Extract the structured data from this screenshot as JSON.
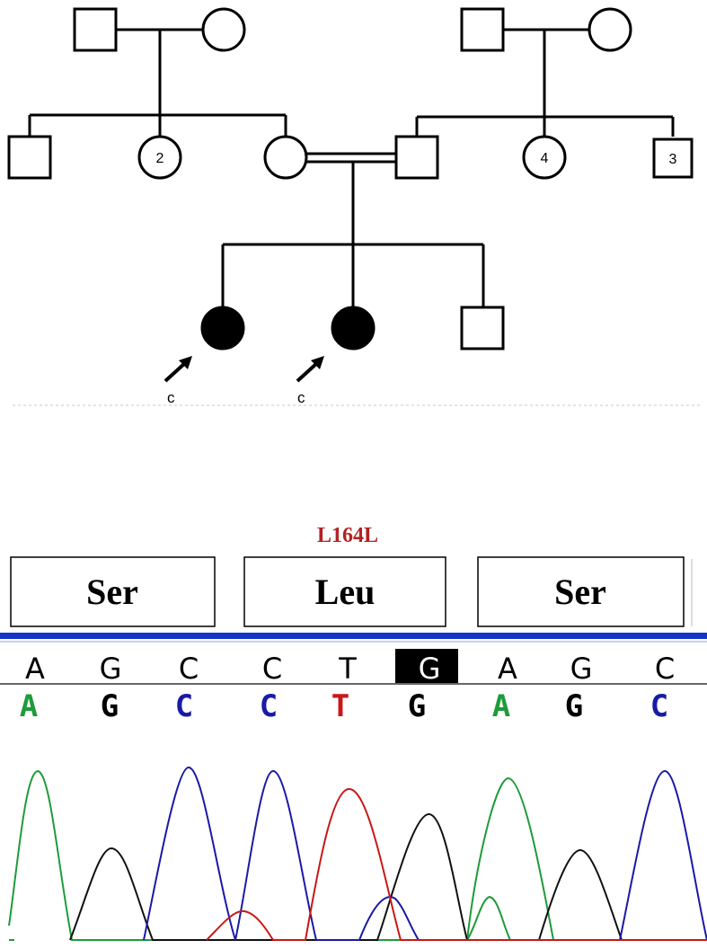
{
  "pedigree": {
    "sibship_counts": {
      "maternal_sister": "2",
      "paternal_sister": "4",
      "paternal_brother": "3"
    },
    "proband_allele": "c",
    "colors": {
      "line": "#000000",
      "affected_fill": "#000000",
      "unaffected_fill": "#ffffff"
    }
  },
  "sequence": {
    "mutation_label": "L164L",
    "mutation_color": "#b22222",
    "codons": [
      "Ser",
      "Leu",
      "Ser"
    ],
    "reference_bases": [
      "A",
      "G",
      "C",
      "C",
      "T",
      "G",
      "A",
      "G",
      "C"
    ],
    "highlighted_base_index": 5,
    "called_bases": [
      "A",
      "G",
      "C",
      "C",
      "T",
      "G",
      "A",
      "G",
      "C"
    ],
    "base_colors": {
      "A": "#1e9b3a",
      "C": "#1a1aa8",
      "G": "#000000",
      "T": "#c81818"
    },
    "divider_color": "#1436c8"
  }
}
